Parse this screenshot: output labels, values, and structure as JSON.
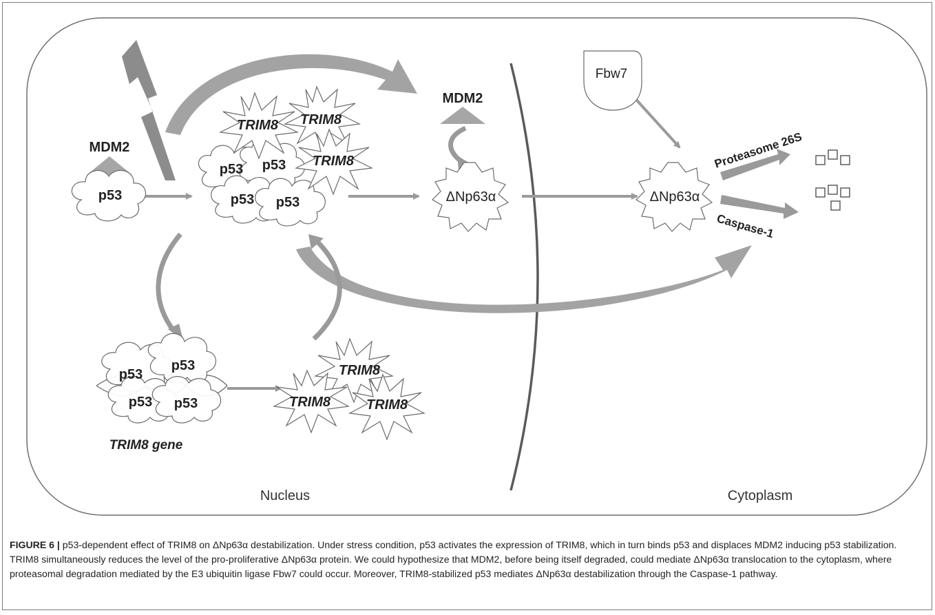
{
  "labels": {
    "mdm2_left": "MDM2",
    "p53_single": "p53",
    "p53_complex": [
      "p53",
      "p53",
      "p53",
      "p53"
    ],
    "trim8_top": [
      "TRIM8",
      "TRIM8",
      "TRIM8"
    ],
    "mdm2_mid": "MDM2",
    "dnp63a_nucleus": "ΔNp63α",
    "fbw7": "Fbw7",
    "dnp63a_cyto": "ΔNp63α",
    "proteasome": "Proteasome 26S",
    "caspase": "Caspase-1",
    "p53_dna": [
      "p53",
      "p53",
      "p53",
      "p53"
    ],
    "trim8_gene": "TRIM8 gene",
    "trim8_bottom": [
      "TRIM8",
      "TRIM8",
      "TRIM8"
    ],
    "nucleus": "Nucleus",
    "cytoplasm": "Cytoplasm"
  },
  "caption": {
    "figure_label": "FIGURE 6 |",
    "text": " p53-dependent effect of TRIM8 on ΔNp63α destabilization. Under stress condition, p53 activates the expression of TRIM8, which in turn binds p53 and displaces MDM2 inducing p53 stabilization. TRIM8 simultaneously reduces the level of the pro-proliferative ΔNp63α protein. We could hypothesize that MDM2, before being itself degraded, could mediate ΔNp63α translocation to the cytoplasm, where proteasomal degradation mediated by the E3 ubiquitin ligase Fbw7 could occur. Moreover, TRIM8-stabilized p53 mediates ΔNp63α destabilization through the Caspase-1 pathway."
  },
  "colors": {
    "arrow": "#9a9a9a",
    "outline": "#555555",
    "triangle": "#a6a6a6"
  }
}
